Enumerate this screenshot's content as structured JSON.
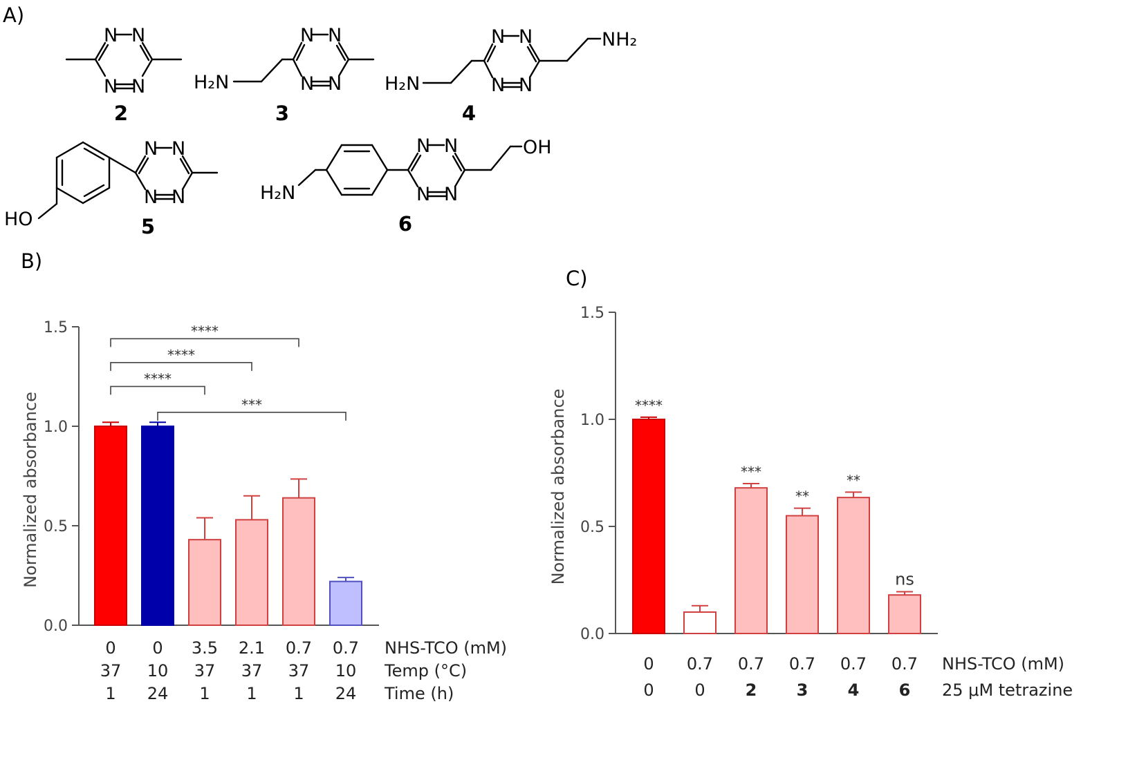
{
  "panel_labels": {
    "a": "A)",
    "b": "B)",
    "c": "C)"
  },
  "compounds": [
    {
      "number": "2",
      "atoms": {
        "n": "N"
      }
    },
    {
      "number": "3",
      "atoms": {
        "n": "N",
        "amine": "H₂N"
      }
    },
    {
      "number": "4",
      "atoms": {
        "n": "N",
        "amine_left": "H₂N",
        "amine_right": "NH₂"
      }
    },
    {
      "number": "5",
      "atoms": {
        "n": "N",
        "hydroxyl": "HO"
      }
    },
    {
      "number": "6",
      "atoms": {
        "n": "N",
        "amine": "H₂N",
        "hydroxyl": "OH"
      }
    }
  ],
  "chart_data": [
    {
      "panel": "B)",
      "type": "bar",
      "ylabel": "Normalized absorbance",
      "ylim": [
        0,
        1.5
      ],
      "yticks": [
        "0.0",
        "0.5",
        "1.0",
        "1.5"
      ],
      "row_labels": [
        "NHS-TCO (mM)",
        "Temp (°C)",
        "Time (h)"
      ],
      "conditions": [
        [
          "0",
          "37",
          "1"
        ],
        [
          "0",
          "10",
          "24"
        ],
        [
          "3.5",
          "37",
          "1"
        ],
        [
          "2.1",
          "37",
          "1"
        ],
        [
          "0.7",
          "37",
          "1"
        ],
        [
          "0.7",
          "10",
          "24"
        ]
      ],
      "values": [
        1.0,
        1.0,
        0.43,
        0.53,
        0.64,
        0.22
      ],
      "errors": [
        0.02,
        0.02,
        0.11,
        0.12,
        0.095,
        0.02
      ],
      "colors": [
        "#ff0000",
        "#0000aa",
        "#ffbfbf",
        "#ffbfbf",
        "#ffbfbf",
        "#bfbfff"
      ],
      "significance": [
        {
          "from": 0,
          "to": 4,
          "label": "****",
          "y": 1.44
        },
        {
          "from": 0,
          "to": 3,
          "label": "****",
          "y": 1.32
        },
        {
          "from": 0,
          "to": 2,
          "label": "****",
          "y": 1.2
        },
        {
          "from": 1,
          "to": 5,
          "label": "***",
          "y": 1.07
        }
      ]
    },
    {
      "panel": "C)",
      "type": "bar",
      "ylabel": "Normalized absorbance",
      "ylim": [
        0,
        1.5
      ],
      "yticks": [
        "0.0",
        "0.5",
        "1.0",
        "1.5"
      ],
      "row_labels": [
        "NHS-TCO (mM)",
        "25 μM tetrazine"
      ],
      "conditions": [
        [
          "0",
          "0"
        ],
        [
          "0.7",
          "0"
        ],
        [
          "0.7",
          "2"
        ],
        [
          "0.7",
          "3"
        ],
        [
          "0.7",
          "4"
        ],
        [
          "0.7",
          "6"
        ]
      ],
      "values": [
        1.0,
        0.1,
        0.68,
        0.55,
        0.635,
        0.18
      ],
      "errors": [
        0.01,
        0.03,
        0.02,
        0.035,
        0.025,
        0.015
      ],
      "colors": [
        "#ff0000",
        "#ffffff",
        "#ffbfbf",
        "#ffbfbf",
        "#ffbfbf",
        "#ffbfbf"
      ],
      "bar_labels": [
        "****",
        "",
        "***",
        "**",
        "**",
        "ns"
      ]
    }
  ]
}
